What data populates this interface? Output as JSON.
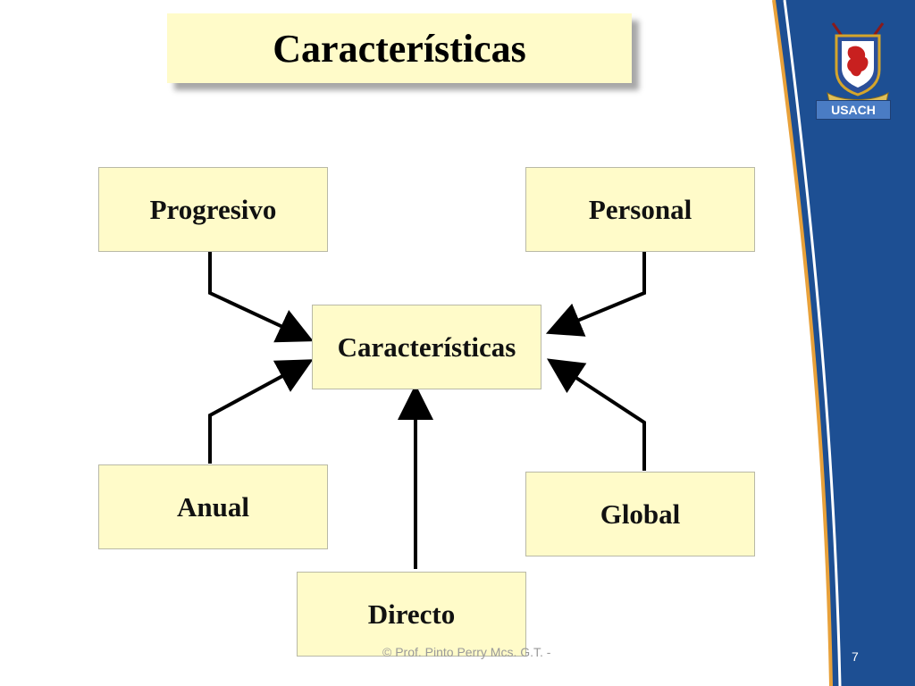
{
  "slide": {
    "title": "Características",
    "footer": "© Prof. Pinto Perry Mcs. G.T. -",
    "page_number": "7",
    "badge": "USACH"
  },
  "diagram": {
    "center": "Características",
    "nodes": {
      "progresivo": "Progresivo",
      "personal": "Personal",
      "anual": "Anual",
      "global": "Global",
      "directo": "Directo"
    }
  },
  "colors": {
    "box_fill": "#fffbc9",
    "band_blue": "#1d4f93",
    "band_orange": "#e8a13a",
    "arrow": "#000000"
  }
}
